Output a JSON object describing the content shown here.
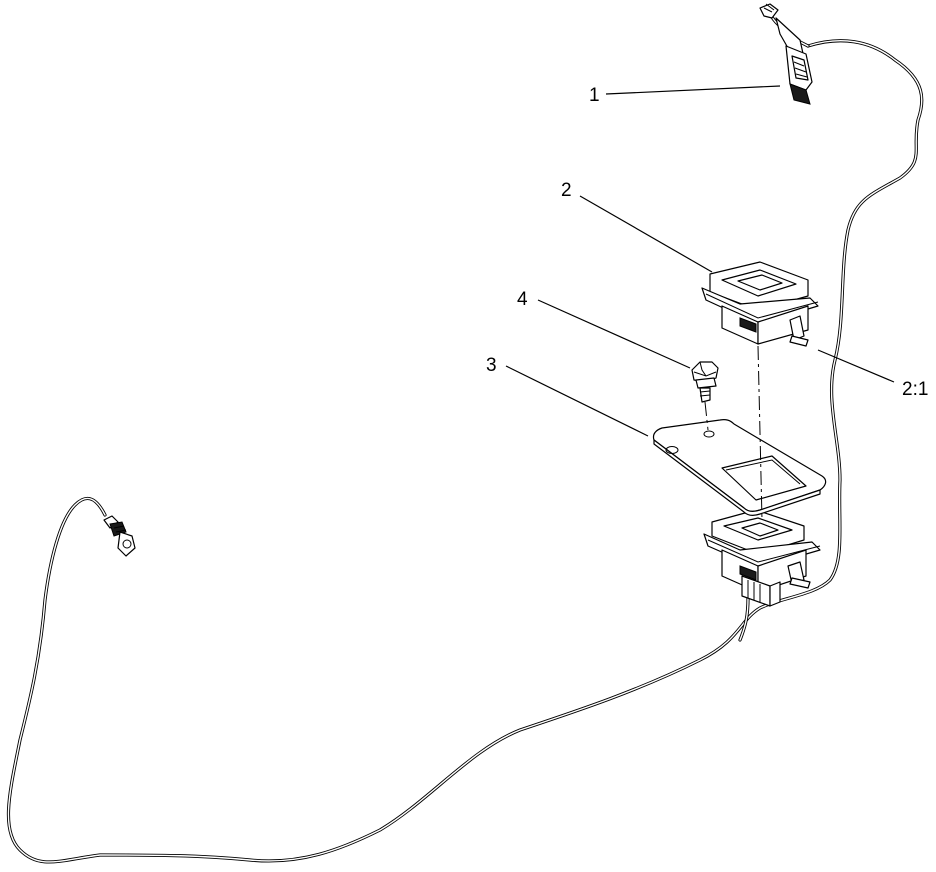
{
  "callouts": [
    {
      "id": "1",
      "label": "1"
    },
    {
      "id": "2",
      "label": "2"
    },
    {
      "id": "3",
      "label": "3"
    },
    {
      "id": "4",
      "label": "4"
    },
    {
      "id": "2-1",
      "label": "2:1"
    }
  ],
  "parts": [
    {
      "callout": "1",
      "icon": "wire-harness-connector-icon"
    },
    {
      "callout": "2",
      "icon": "switch-icon"
    },
    {
      "callout": "3",
      "icon": "mounting-plate-icon"
    },
    {
      "callout": "4",
      "icon": "screw-icon"
    },
    {
      "callout": "2:1",
      "icon": "switch-icon"
    }
  ]
}
